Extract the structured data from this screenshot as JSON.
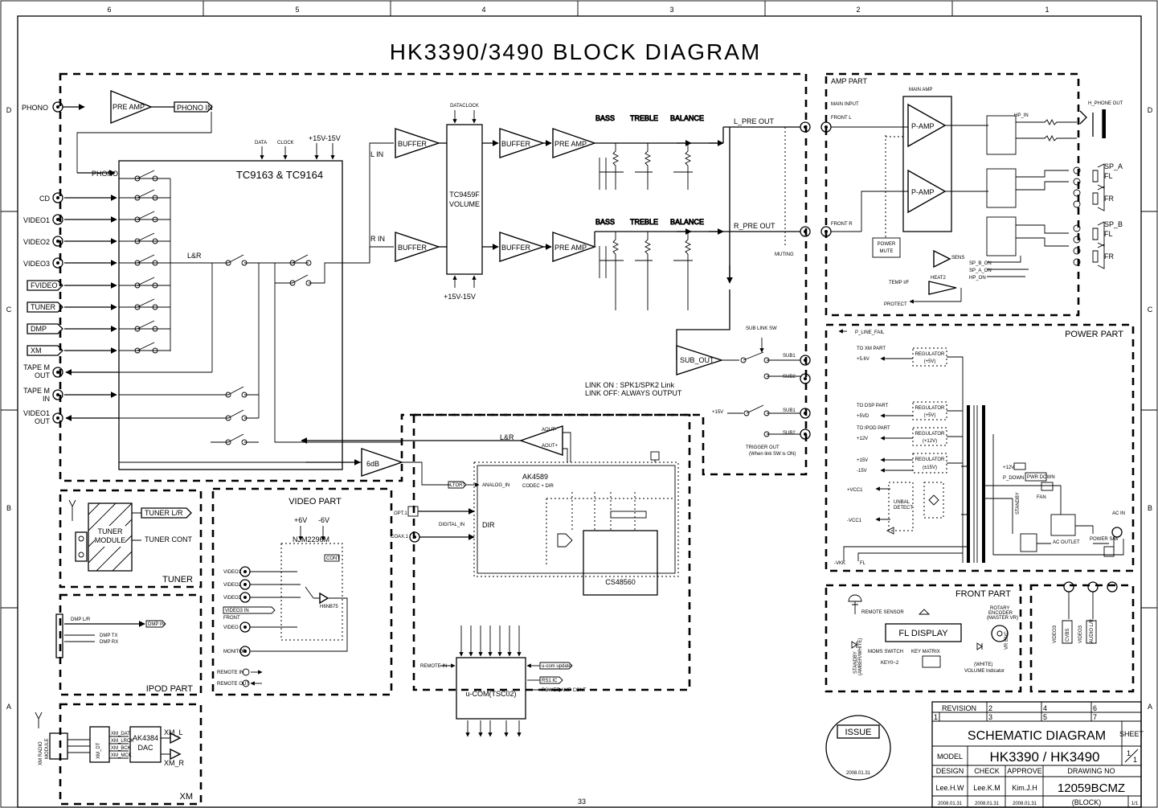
{
  "title": "HK3390/3490 BLOCK DIAGRAM",
  "page_number": "33",
  "grid": {
    "columns": [
      "6",
      "5",
      "4",
      "3",
      "2",
      "1"
    ],
    "rows": [
      "D",
      "C",
      "B",
      "A"
    ]
  },
  "inputs": {
    "phono": "PHONO",
    "cd": "CD",
    "video1": "VIDEO1",
    "video2": "VIDEO2",
    "video3": "VIDEO3",
    "fvideo": "FVIDEO",
    "tuner": "TUNER",
    "dmp": "DMP",
    "xm": "XM",
    "tape_out_1": "TAPE M",
    "tape_out_2": "OUT",
    "tape_in_1": "TAPE M",
    "tape_in_2": "IN",
    "video1out_1": "VIDEO1",
    "video1out_2": "OUT"
  },
  "blocks": {
    "pre_amp": "PRE AMP",
    "phono_in": "PHONO IN",
    "selector_label": "PHONO",
    "tc9163": "TC9163 & TC9164",
    "lr": "L&R",
    "data": "DATA",
    "clock": "CLOCK",
    "pm15": "+15V-15V",
    "dataclock": "DATACLOCK",
    "l_in": "L IN",
    "r_in": "R IN",
    "buffer": "BUFFER",
    "vol_1": "TC9459F",
    "vol_2": "VOLUME",
    "vol_supply": "+15V-15V",
    "bass": "BASS",
    "treble": "TREBLE",
    "balance": "BALANCE",
    "l_pre_out": "L_PRE OUT",
    "r_pre_out": "R_PRE OUT",
    "muting": "MUTING",
    "sub_link_sw": "SUB LINK SW",
    "sub_out": "SUB_OUT",
    "sub1": "SUB1",
    "sub2": "SUB2",
    "p15v": "+15V",
    "trigger_1": "TRIGGER OUT",
    "trigger_2": "(When link SW is ON)",
    "link_on": "LINK ON : SPK1/SPK2 Link",
    "link_off": "LINK OFF: ALWAYS OUTPUT",
    "six_db": "6dB",
    "aout_m": "AOUT-",
    "aout_p": "AOUT+",
    "ak4589_1": "AK4589",
    "ak4589_2": "CODEC + DIR",
    "dir": "DIR",
    "ltort": "LTORT",
    "analog_in": "ANALOG_IN",
    "opt1": "OPT.1",
    "coax1": "COAX.1",
    "digital_in": "DIGITAL_IN",
    "cs48560": "CS48560",
    "ucom": "u-COM(TSC02)",
    "remote_in": "REMOTE IN",
    "ucom_update": "u-com update",
    "rs_ic": "RS1 IC",
    "power_amp_cont": "POWER AMP CONT"
  },
  "amp_part": {
    "label": "AMP PART",
    "main_amp": "MAIN AMP",
    "main_input": "MAIN INPUT",
    "front_l": "FRONT L",
    "front_r": "FRONT R",
    "p_amp": "P-AMP",
    "h_phone_out": "H_PHONE OUT",
    "hp_in": "HP_IN",
    "sp_a": "SP_A",
    "sp_b": "SP_B",
    "fl": "FL",
    "fr": "FR",
    "power_mute_1": "POWER",
    "power_mute_2": "MUTE",
    "sens": "SENS",
    "heat": "HEAT2",
    "temp": "TEMP I/F",
    "protect": "PROTECT",
    "sp_b_on": "SP_B_ON",
    "sp_a_on": "SP_A_ON",
    "hp_on": "HP_ON"
  },
  "power_part": {
    "label": "POWER PART",
    "p_line_fail": "P_LINE_FAIL",
    "to_xm": "TO XM PART",
    "v56": "+5.6V",
    "to_dsp": "TO DSP PART",
    "v5vd": "+5VD",
    "to_ipod": "TO IPOD PART",
    "v12": "+12V",
    "v15p": "+15V",
    "v15m": "-15V",
    "regulator": "REGULATOR",
    "r1": "(+5V)",
    "r2": "(+5V)",
    "r3": "(+12V)",
    "r4": "(±15V)",
    "vcc1p": "+VCC1",
    "vcc1m": "-VCC1",
    "unbal_1": "UNBAL",
    "unbal_2": "DETECT",
    "standby": "STANDBY",
    "ac_outlet": "AC OUTLET",
    "ac_in": "AC IN",
    "power_sw": "POWER S/W",
    "p_down": "P_DOWN",
    "pwr_down": "PWR DOWN",
    "v12s": "+12V",
    "fan": "FAN",
    "vkk": "-VKK",
    "flm": "FL"
  },
  "front_part": {
    "label": "FRONT PART",
    "remote_sensor": "REMOTE SENSOR",
    "fl_display": "FL DISPLAY",
    "rotary_1": "ROTARY",
    "rotary_2": "ENCODER",
    "rotary_3": "(MASTER VR)",
    "vr_enc": "VR ENC",
    "moms": "MOMS SWITCH",
    "key_matrix": "KEY MATRIX",
    "key": "KEY0~2",
    "standby_1": "STANDBY",
    "standby_2": "(AMBER/WHITE)",
    "white": "(WHITE)",
    "volume_ind": "VOLUME Indicator"
  },
  "tuner_part": {
    "label": "TUNER",
    "module_1": "TUNER",
    "module_2": "MODULE",
    "tuner_lr": "TUNER L/R",
    "tuner_cont": "TUNER CONT"
  },
  "video_part": {
    "label": "VIDEO PART",
    "p6": "+6V",
    "m6": "-6V",
    "chip": "NJM2296M",
    "cont": "CONT",
    "video1": "VIDEO1",
    "video2": "VIDEO2",
    "video3": "VIDEO3",
    "video3_in": "VIDEO3 IN",
    "front": "FRONT",
    "vid_front": "VIDEO",
    "monitor": "MONITOR",
    "hgnd": "H6NB",
    "ts": "75",
    "remote_in": "REMOTE IN",
    "remote_out": "REMOTE OUT"
  },
  "ipod_part": {
    "label": "IPOD PART",
    "dmp_lr": "DMP L/R",
    "dmp_in": "DMP IN",
    "dmp_tx": "DMP TX",
    "dmp_rx": "DMP RX"
  },
  "xm_part": {
    "label": "XM",
    "module_1": "XM RADIO",
    "module_2": "MODULE",
    "xm_dt": "XM_DT",
    "dac_1": "AK4384",
    "dac_2": "DAC",
    "xm_l": "XM_L",
    "xm_r": "XM_R",
    "sig1": "XM_DAT",
    "sig2": "XM_LRCK",
    "sig3": "XM_BCK",
    "sig4": "XM_MCK"
  },
  "extra_jacks": {
    "video3": "VIDEO3",
    "cvbs": "CVBS",
    "video3b": "VIDEO3",
    "audio_lr": "AUDIO L/R"
  },
  "issue": {
    "label": "ISSUE",
    "date": "2008.01.31"
  },
  "title_block": {
    "revision": "REVISION",
    "rev_cells": [
      "1",
      "2",
      "3",
      "4",
      "5",
      "6",
      "7"
    ],
    "name": "SCHEMATIC DIAGRAM",
    "sheet": "SHEET",
    "sheet_val": "1",
    "sheet_of": "1",
    "model_label": "MODEL",
    "model": "HK3390 / HK3490",
    "design": "DESIGN",
    "check": "CHECK",
    "approve": "APPROVE",
    "drawing_no": "DRAWING NO",
    "designer": "Lee.H.W",
    "checker": "Lee.K.M",
    "approver": "Kim.J.H",
    "d1": "2008.01.31",
    "d2": "2008.01.31",
    "d3": "2008.01.31",
    "number": "12059BCMZ",
    "number_sub": "(BLOCK)",
    "page": "1/1"
  }
}
